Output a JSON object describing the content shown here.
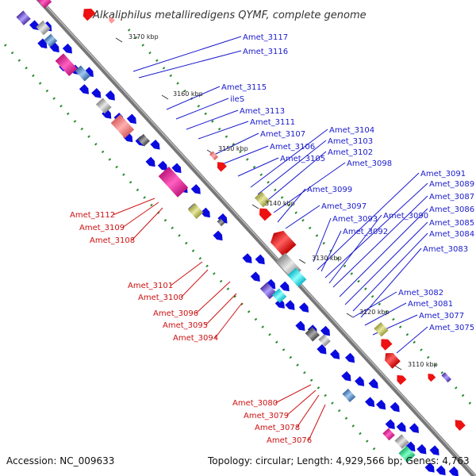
{
  "title": "Alkaliphilus metalliredigens QYMF, complete genome",
  "footer": {
    "accession": "Accession: NC_009633",
    "summary": "Topology: circular; Length: 4,929,566 bp; Genes: 4,763"
  },
  "ticks": [
    "3170 kbp",
    "3160 kbp",
    "3150 kbp",
    "3140 kbp",
    "3130 kbp",
    "3120 kbp",
    "3110 kbp"
  ],
  "blue_labels": [
    "Amet_3117",
    "Amet_3116",
    "Amet_3115",
    "ileS",
    "Amet_3113",
    "Amet_3111",
    "Amet_3107",
    "Amet_3106",
    "Amet_3105",
    "Amet_3104",
    "Amet_3103",
    "Amet_3102",
    "Amet_3098",
    "Amet_3099",
    "Amet_3097",
    "Amet_3093",
    "Amet_3092",
    "Amet_3091",
    "Amet_3089",
    "Amet_3087",
    "Amet_3086",
    "Amet_3085",
    "Amet_3084",
    "Amet_3083",
    "Amet_3090",
    "Amet_3082",
    "Amet_3081",
    "Amet_3077",
    "Amet_3075"
  ],
  "red_labels": [
    "Amet_3112",
    "Amet_3109",
    "Amet_3108",
    "Amet_3101",
    "Amet_3100",
    "Amet_3096",
    "Amet_3095",
    "Amet_3094",
    "Amet_3080",
    "Amet_3079",
    "Amet_3078",
    "Amet_3076"
  ],
  "colors": {
    "forward": "#0a0adf",
    "reverse": "#ee1111",
    "backbone": "#777777",
    "dots": "#228822"
  }
}
